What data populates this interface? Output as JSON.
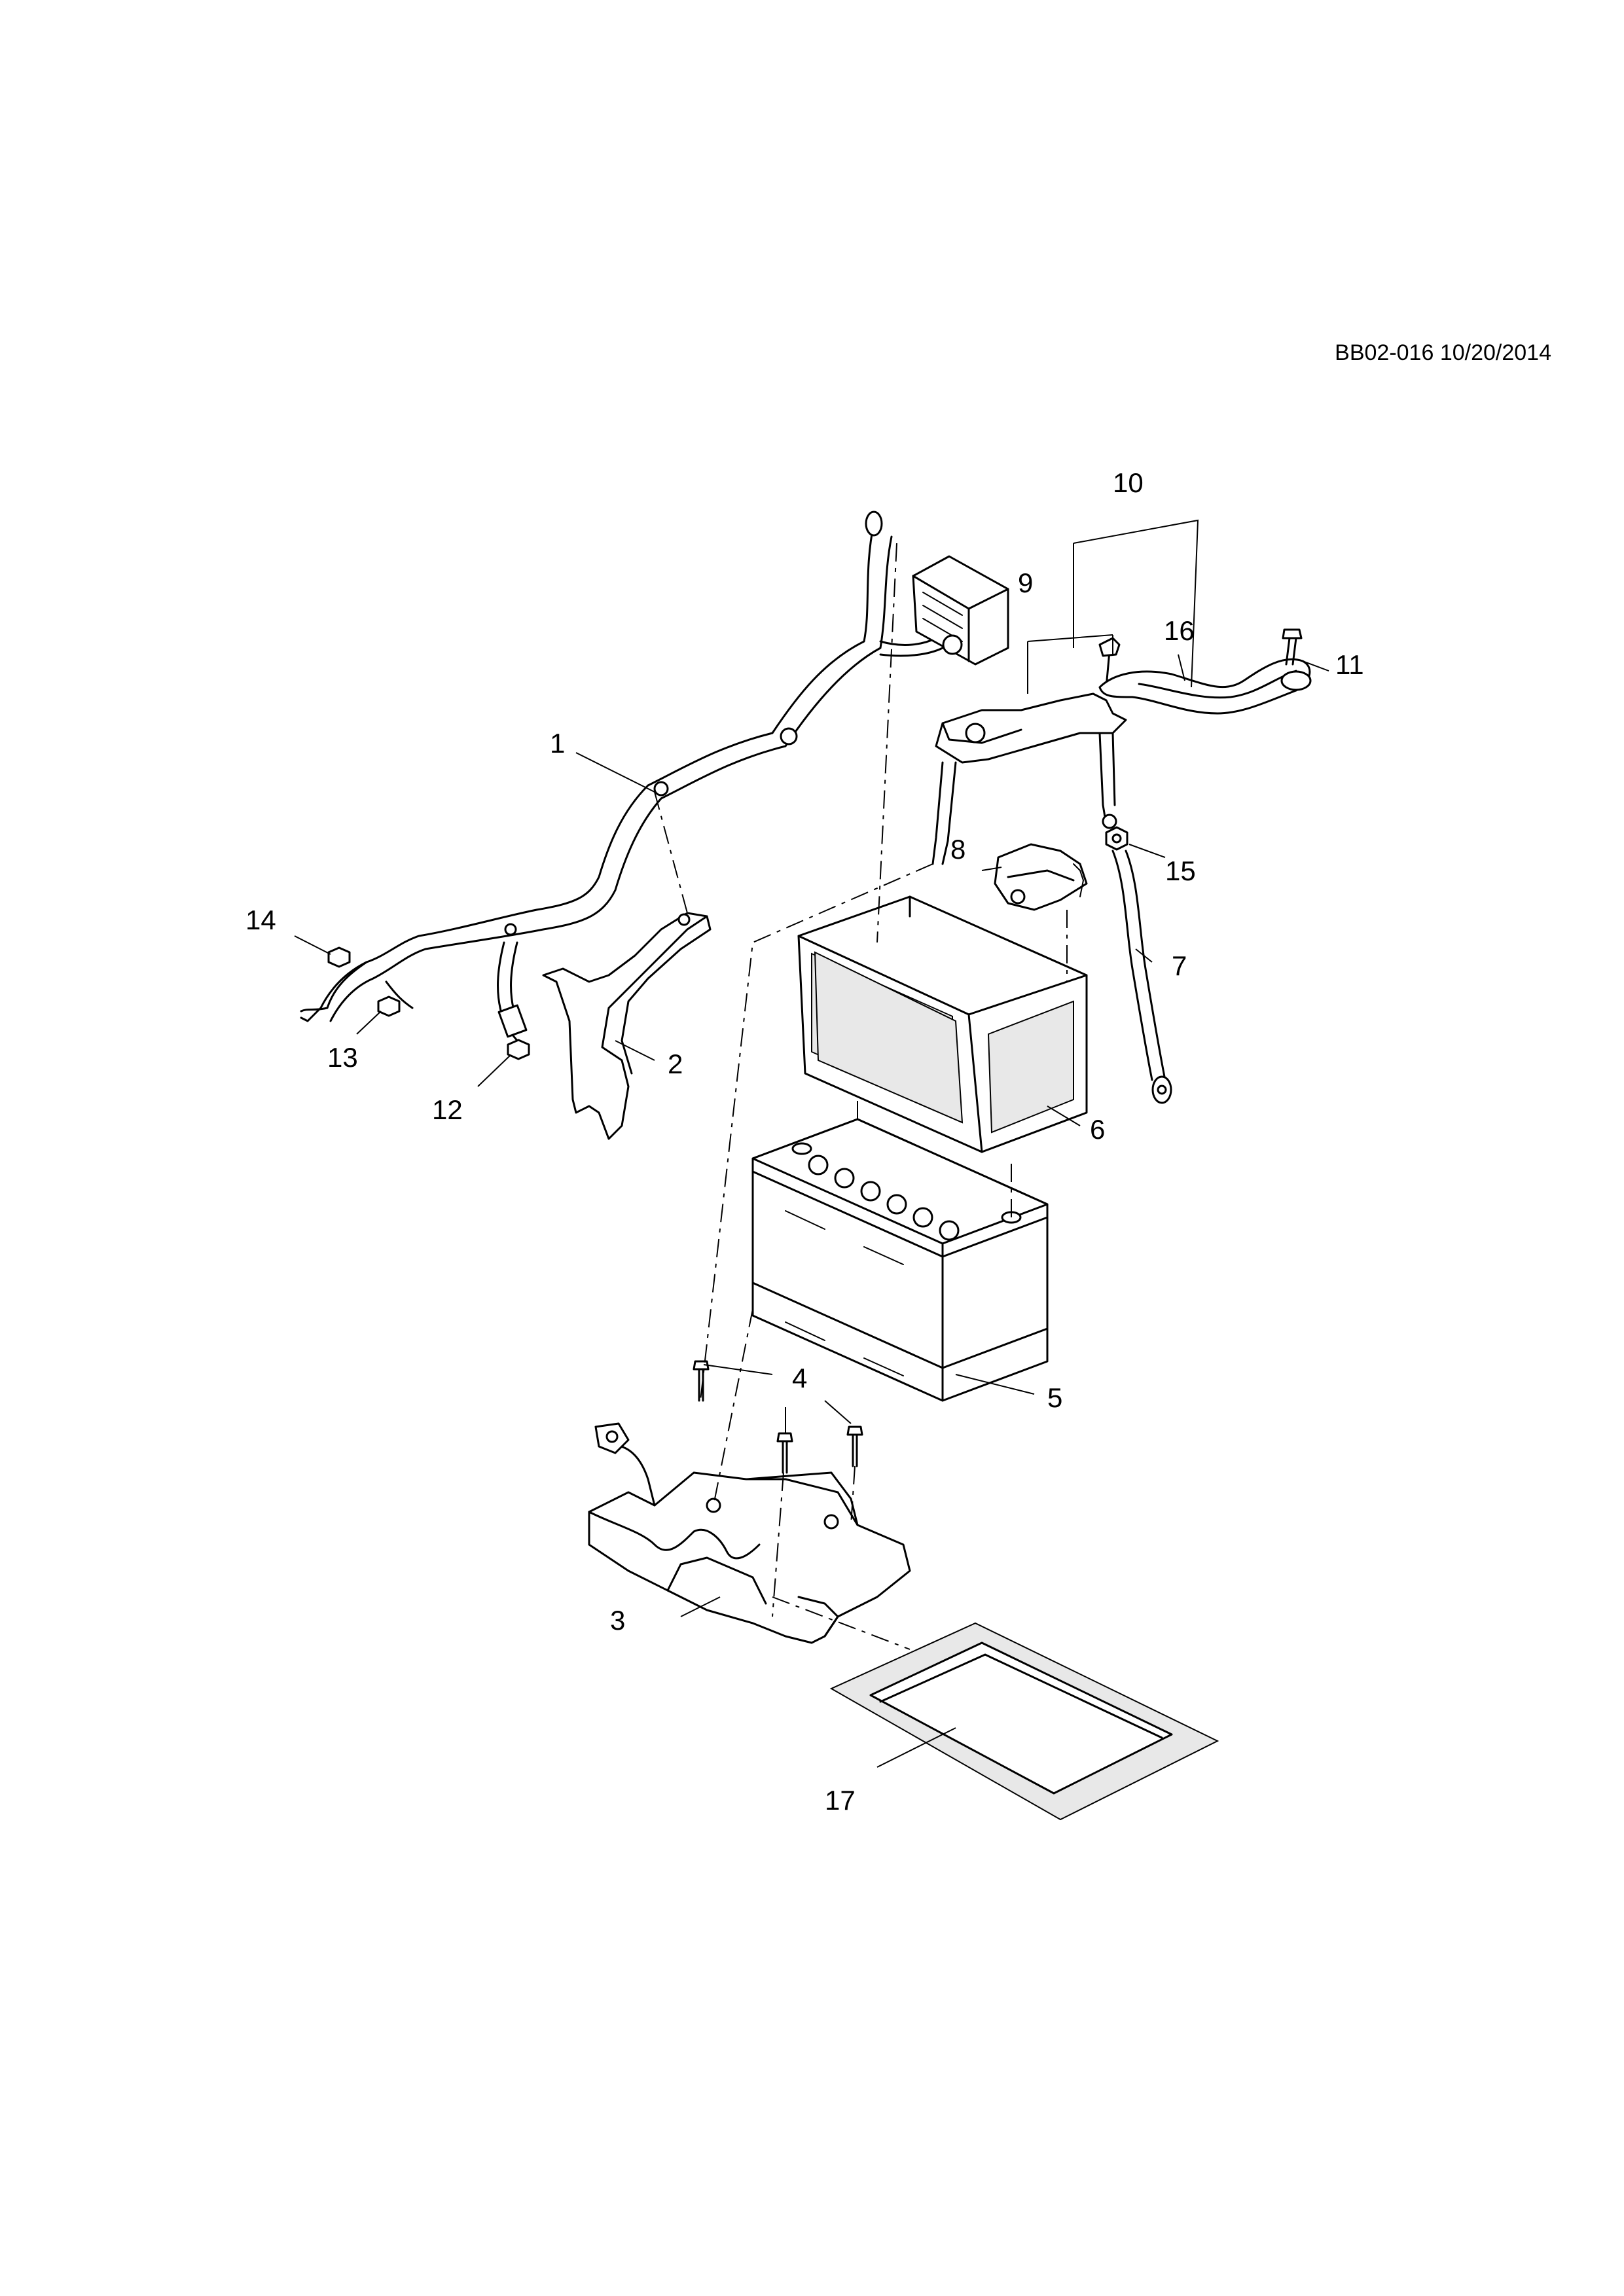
{
  "header": {
    "reference_code": "BB02-016 10/20/2014"
  },
  "callouts": [
    {
      "number": "1"
    },
    {
      "number": "2"
    },
    {
      "number": "3"
    },
    {
      "number": "4"
    },
    {
      "number": "5"
    },
    {
      "number": "6"
    },
    {
      "number": "7"
    },
    {
      "number": "8"
    },
    {
      "number": "9"
    },
    {
      "number": "10"
    },
    {
      "number": "11"
    },
    {
      "number": "12"
    },
    {
      "number": "13"
    },
    {
      "number": "14"
    },
    {
      "number": "15"
    },
    {
      "number": "16"
    },
    {
      "number": "17"
    }
  ]
}
